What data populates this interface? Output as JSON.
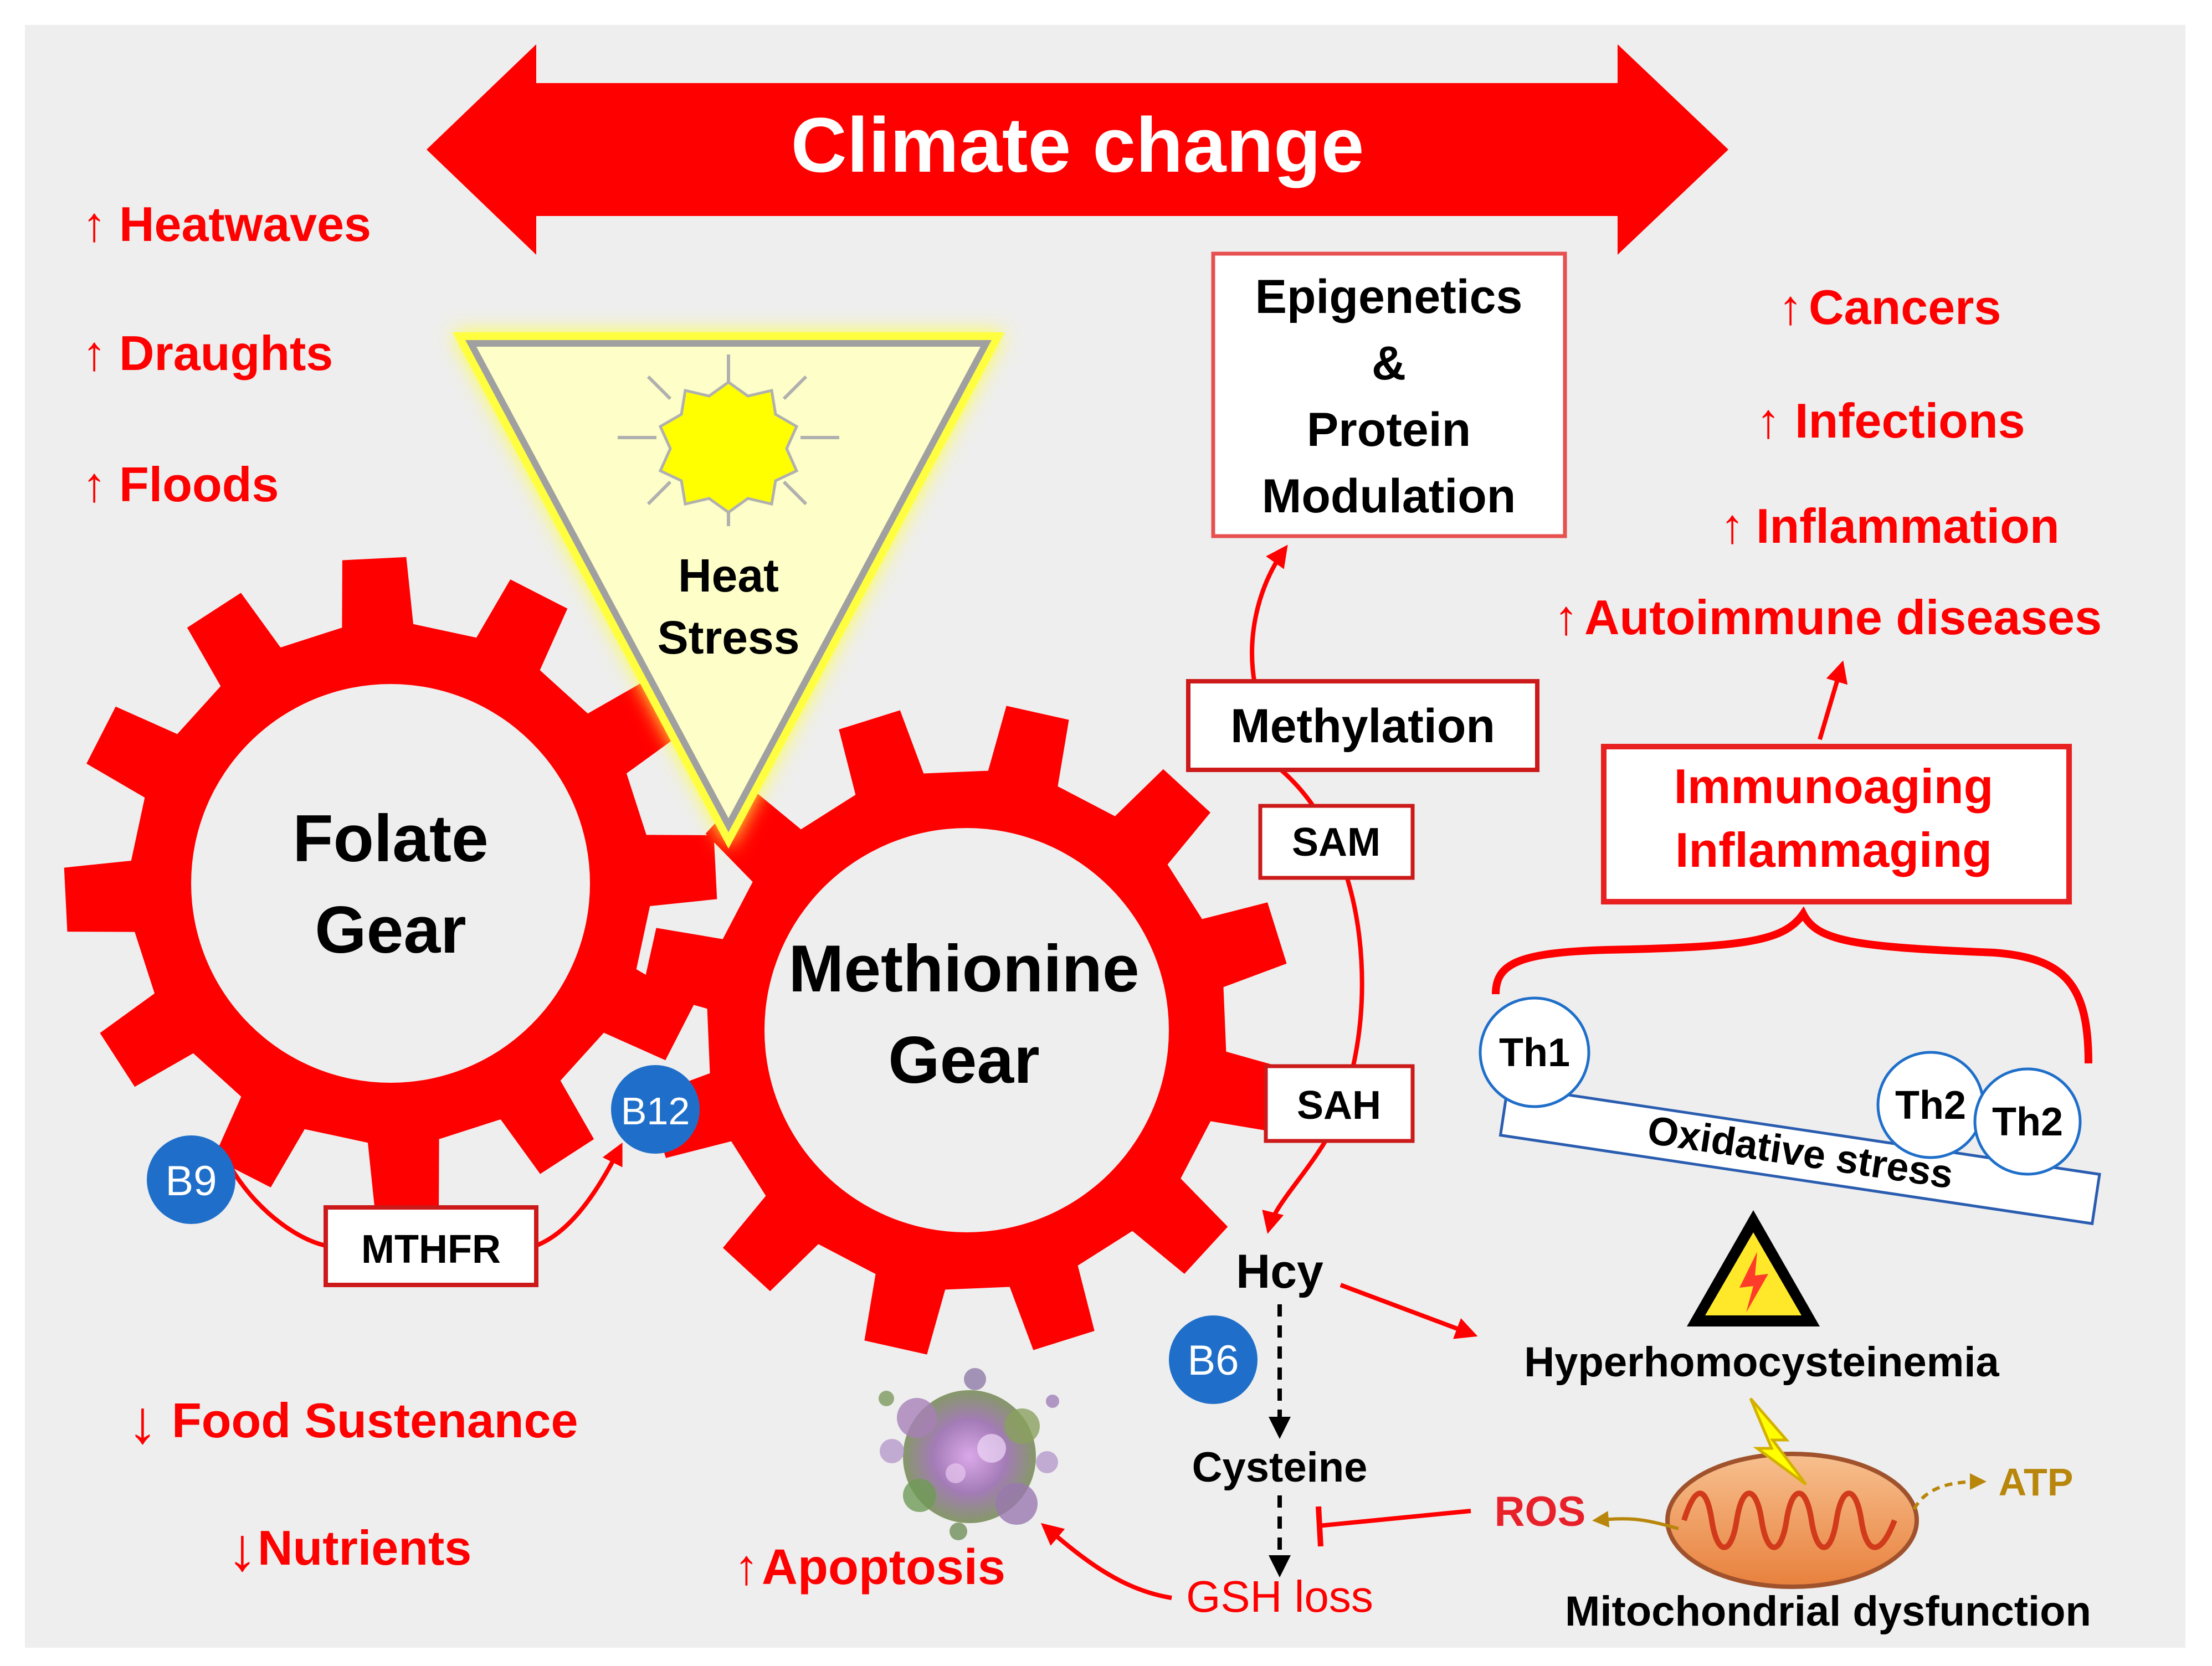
{
  "colors": {
    "red": "#ff0000",
    "panel": "#eeeeee",
    "blue": "#1f6fca",
    "ros": "#e8202a",
    "atp": "#b8860b",
    "heat_fill": "#fefec8",
    "sun": "#ffff00",
    "warning_yellow": "#ffe82a",
    "mito_fill": "#f3a873"
  },
  "title": "Climate change",
  "left_up": {
    "heatwaves": "Heatwaves",
    "draughts": "Draughts",
    "floods": "Floods"
  },
  "left_down": {
    "food": "Food Sustenance",
    "nutrients": "Nutrients"
  },
  "arrow_up": "↑",
  "arrow_down": "↓",
  "heat": {
    "line1": "Heat",
    "line2": "Stress",
    "icon": "sun-icon"
  },
  "folate": {
    "line1": "Folate",
    "line2": "Gear"
  },
  "methionine": {
    "line1": "Methionine",
    "line2": "Gear"
  },
  "vitamins": {
    "b9": "B9",
    "b12": "B12",
    "b6": "B6"
  },
  "enzyme": "MTHFR",
  "epigenetics": {
    "line1": "Epigenetics",
    "line2": "&",
    "line3": "Protein",
    "line4": "Modulation"
  },
  "cycle": {
    "methylation": "Methylation",
    "sam": "SAM",
    "sah": "SAH",
    "hcy": "Hcy",
    "cysteine": "Cysteine",
    "gsh_loss": "GSH loss"
  },
  "apoptosis": "Apoptosis",
  "hyperhomocysteinemia": "Hyperhomocysteinemia",
  "mitochondria": {
    "label": "Mitochondrial dysfunction",
    "ros": "ROS",
    "atp": "ATP"
  },
  "immuno": {
    "line1": "Immunoaging",
    "line2": "Inflammaging"
  },
  "balance": {
    "th1": "Th1",
    "th2a": "Th2",
    "th2b": "Th2",
    "beam": "Oxidative stress"
  },
  "diseases": {
    "cancers": "Cancers",
    "infections": "Infections",
    "inflammation": "Inflammation",
    "autoimmune": "Autoimmune diseases"
  }
}
